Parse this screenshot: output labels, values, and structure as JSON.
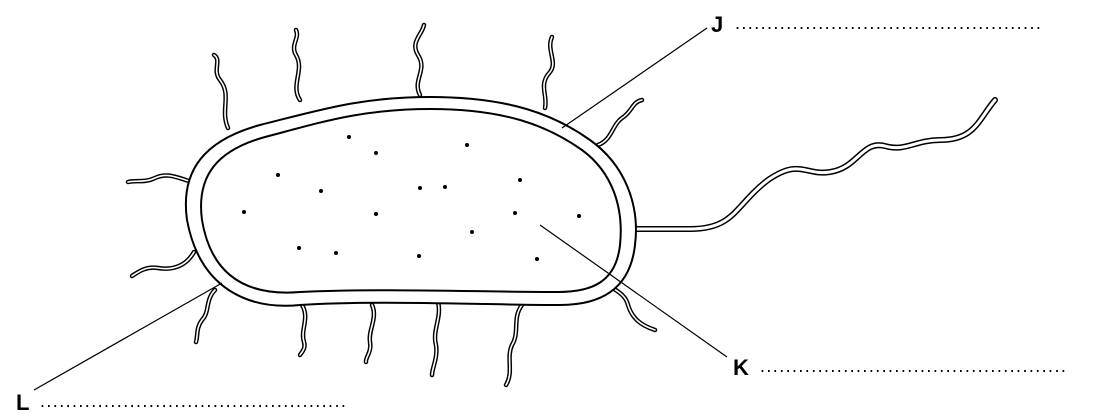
{
  "labels": {
    "j": {
      "letter": "J",
      "answer_line": "................................................"
    },
    "k": {
      "letter": "K",
      "answer_line": "................................................"
    },
    "l": {
      "letter": "L",
      "answer_line": "................................................"
    }
  },
  "colors": {
    "ink": "#000000",
    "fill": "#ffffff"
  }
}
